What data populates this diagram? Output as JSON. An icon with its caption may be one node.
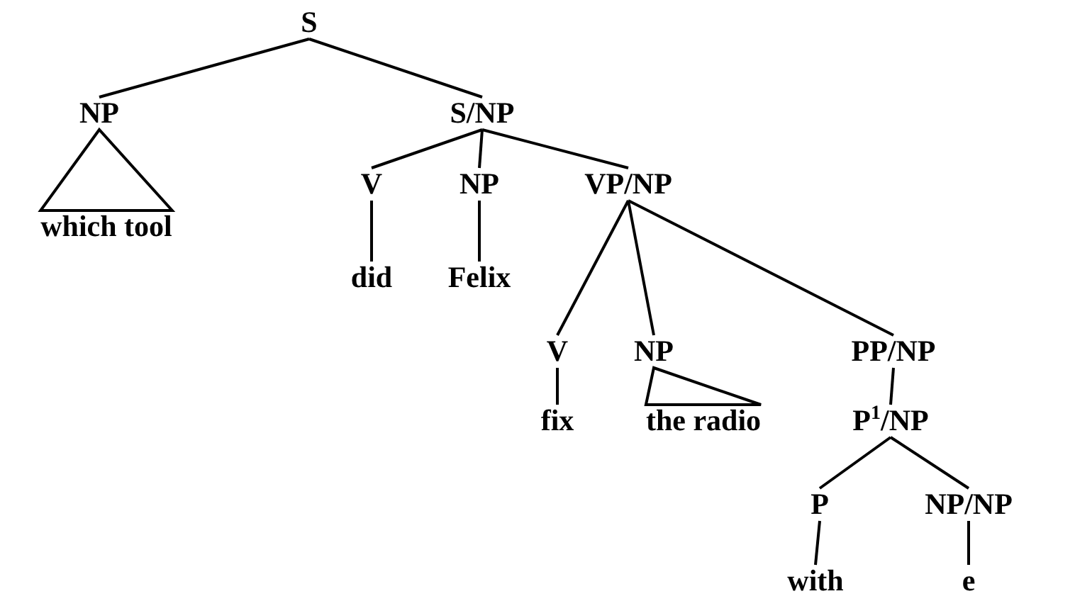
{
  "diagram": {
    "nodes": [
      {
        "text": [
          "S"
        ]
      },
      {
        "text": [
          "NP"
        ]
      },
      {
        "text": [
          "S/NP"
        ]
      },
      {
        "text": [
          "V"
        ]
      },
      {
        "text": [
          "NP"
        ]
      },
      {
        "text": [
          "VP/NP"
        ]
      },
      {
        "text": [
          "which tool"
        ]
      },
      {
        "text": [
          "did"
        ]
      },
      {
        "text": [
          "Felix"
        ]
      },
      {
        "text": [
          "V"
        ]
      },
      {
        "text": [
          "NP"
        ]
      },
      {
        "text": [
          "PP/NP"
        ]
      },
      {
        "text": [
          "fix"
        ]
      },
      {
        "text": [
          "the radio"
        ]
      },
      {
        "text": [
          "P$^{1}$/NP"
        ]
      },
      {
        "text": [
          "P"
        ]
      },
      {
        "text": [
          "NP/NP"
        ]
      },
      {
        "text": [
          "with"
        ]
      },
      {
        "text": [
          "e"
        ]
      }
    ],
    "edges": [
      {
        "from": 0,
        "to": 1,
        "arrow": "none"
      },
      {
        "from": 0,
        "to": 2,
        "arrow": "none"
      },
      {
        "from": 1,
        "to": 6,
        "arrow": "none"
      },
      {
        "from": 2,
        "to": 3,
        "arrow": "none"
      },
      {
        "from": 2,
        "to": 4,
        "arrow": "none"
      },
      {
        "from": 2,
        "to": 5,
        "arrow": "none"
      },
      {
        "from": 3,
        "to": 7,
        "arrow": "none"
      },
      {
        "from": 4,
        "to": 8,
        "arrow": "none"
      },
      {
        "from": 5,
        "to": 9,
        "arrow": "none"
      },
      {
        "from": 5,
        "to": 10,
        "arrow": "none"
      },
      {
        "from": 5,
        "to": 11,
        "arrow": "none"
      },
      {
        "from": 9,
        "to": 12,
        "arrow": "none"
      },
      {
        "from": 10,
        "to": 13,
        "arrow": "none"
      },
      {
        "from": 11,
        "to": 14,
        "arrow": "none"
      },
      {
        "from": 14,
        "to": 15,
        "arrow": "none"
      },
      {
        "from": 14,
        "to": 16,
        "arrow": "none"
      },
      {
        "from": 15,
        "to": 17,
        "arrow": "none"
      },
      {
        "from": 16,
        "to": 18,
        "arrow": "none"
      }
    ]
  }
}
